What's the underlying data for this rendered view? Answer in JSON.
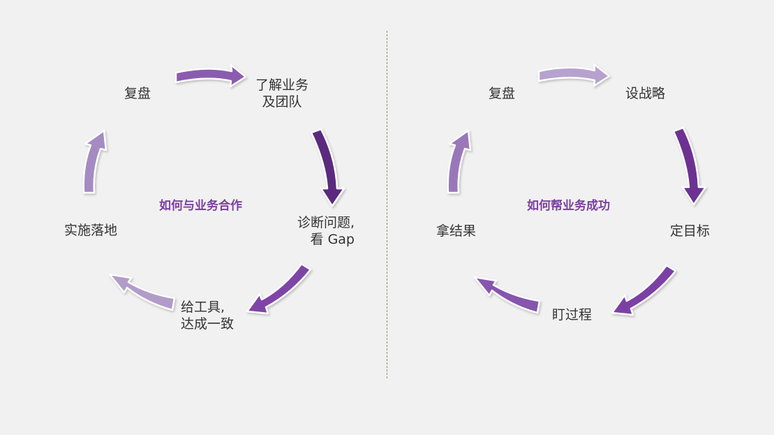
{
  "colors": {
    "background": "#f1f1f1",
    "divider": "#8a9168",
    "title_purple": "#7b3f9e",
    "arrow_light": "#b3a0cc",
    "arrow_mid": "#8658ad",
    "arrow_dark": "#5a2a7e"
  },
  "left_cycle": {
    "title": "如何与业务合作",
    "steps": [
      {
        "line1": "了解业务",
        "line2": "及团队"
      },
      {
        "line1": "诊断问题,",
        "line2": "看 Gap"
      },
      {
        "line1": "给工具,",
        "line2": "达成一致"
      },
      {
        "line1": "实施落地"
      },
      {
        "line1": "复盘"
      }
    ]
  },
  "right_cycle": {
    "title": "如何帮业务成功",
    "steps": [
      {
        "line1": "设战略"
      },
      {
        "line1": "定目标"
      },
      {
        "line1": "盯过程"
      },
      {
        "line1": "拿结果"
      },
      {
        "line1": "复盘"
      }
    ]
  }
}
